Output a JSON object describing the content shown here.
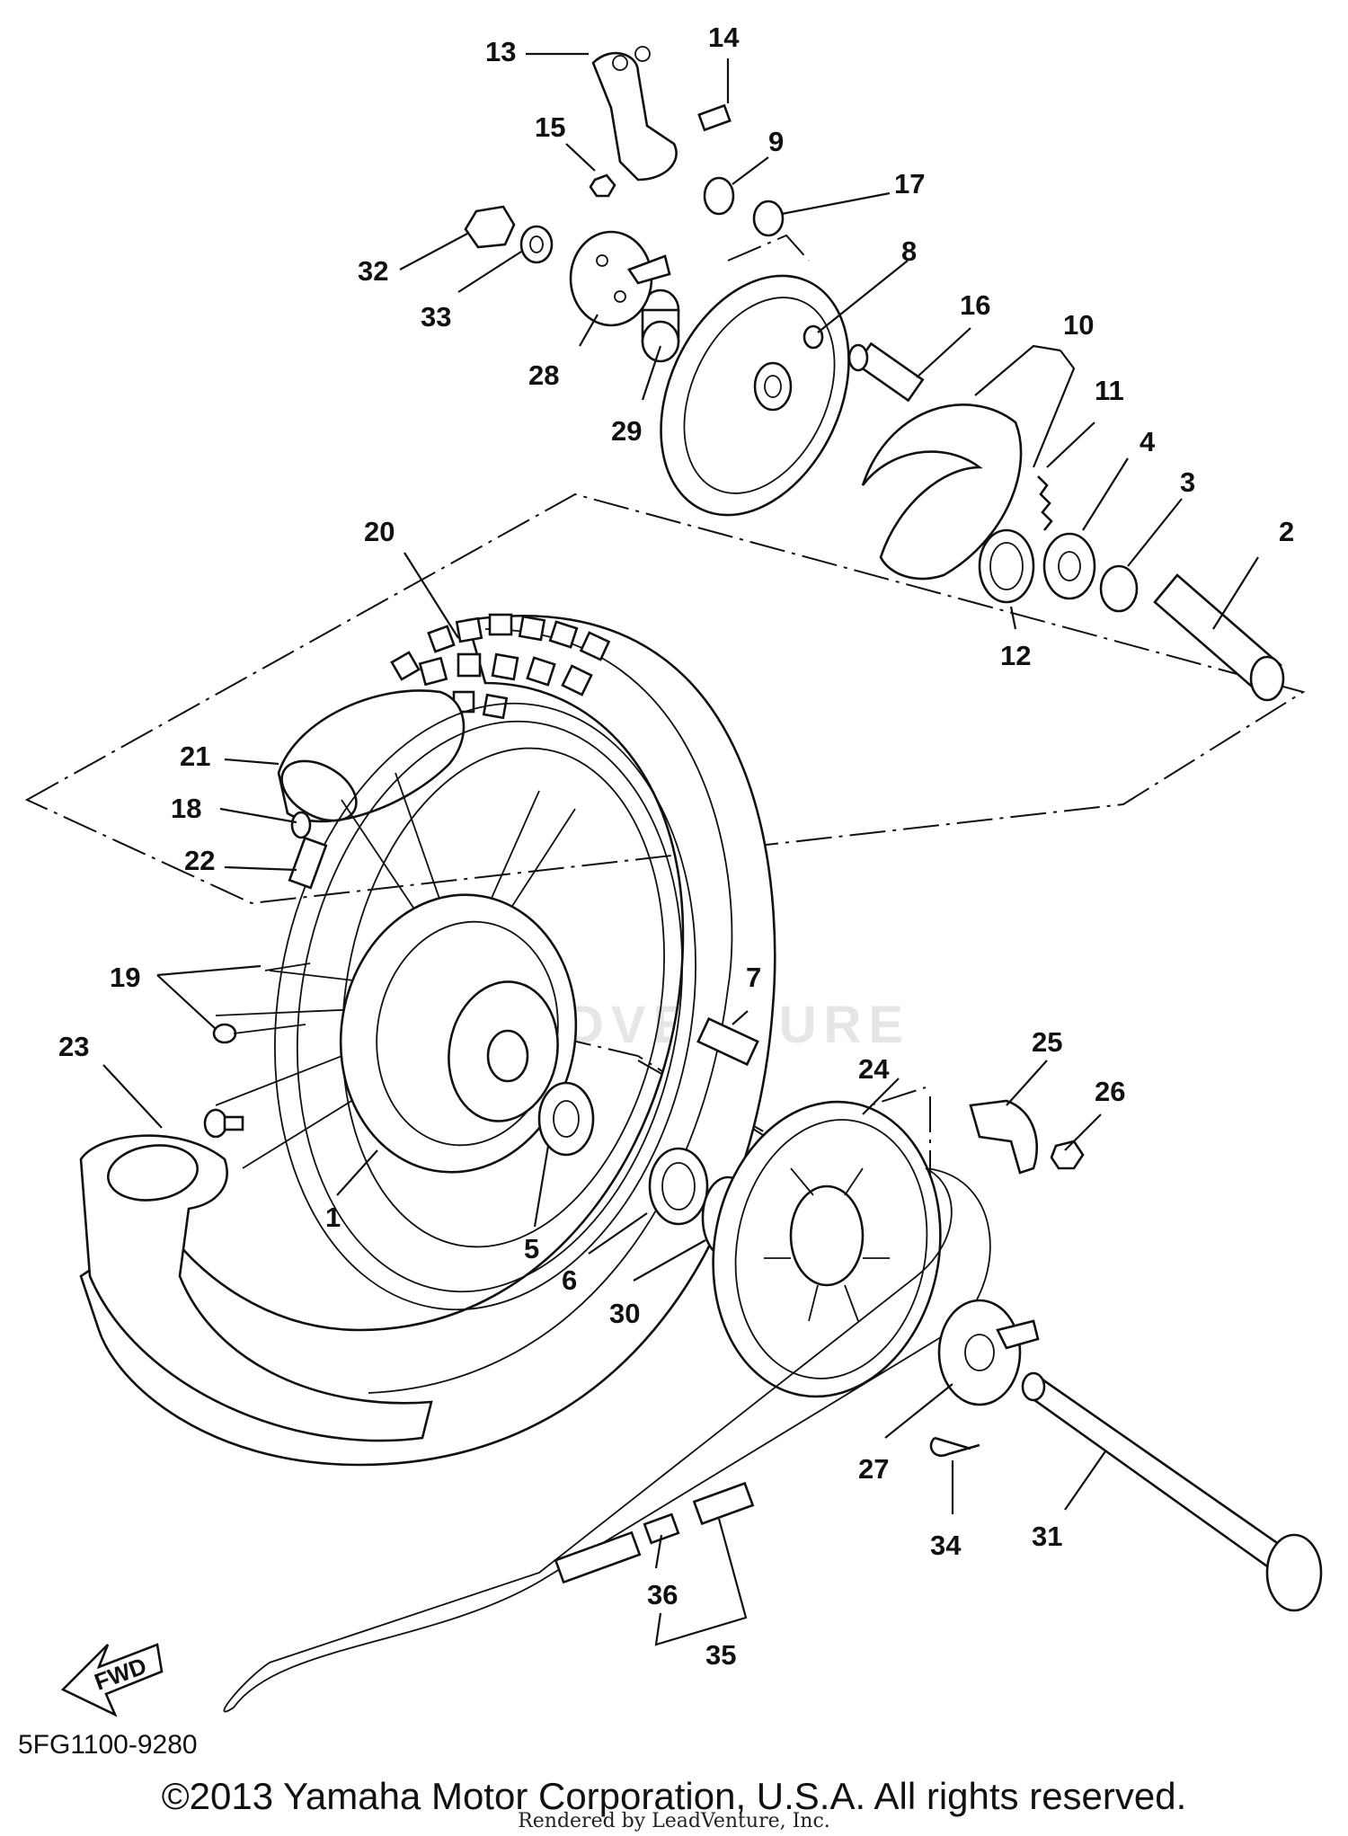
{
  "callouts": [
    {
      "id": "13",
      "label": "13"
    },
    {
      "id": "14",
      "label": "14"
    },
    {
      "id": "15",
      "label": "15"
    },
    {
      "id": "9",
      "label": "9"
    },
    {
      "id": "17",
      "label": "17"
    },
    {
      "id": "32",
      "label": "32"
    },
    {
      "id": "33",
      "label": "33"
    },
    {
      "id": "8",
      "label": "8"
    },
    {
      "id": "28",
      "label": "28"
    },
    {
      "id": "16",
      "label": "16"
    },
    {
      "id": "10",
      "label": "10"
    },
    {
      "id": "29",
      "label": "29"
    },
    {
      "id": "11",
      "label": "11"
    },
    {
      "id": "4",
      "label": "4"
    },
    {
      "id": "3",
      "label": "3"
    },
    {
      "id": "2",
      "label": "2"
    },
    {
      "id": "20",
      "label": "20"
    },
    {
      "id": "12",
      "label": "12"
    },
    {
      "id": "21",
      "label": "21"
    },
    {
      "id": "18",
      "label": "18"
    },
    {
      "id": "22",
      "label": "22"
    },
    {
      "id": "7",
      "label": "7"
    },
    {
      "id": "19",
      "label": "19"
    },
    {
      "id": "25",
      "label": "25"
    },
    {
      "id": "23",
      "label": "23"
    },
    {
      "id": "24",
      "label": "24"
    },
    {
      "id": "26",
      "label": "26"
    },
    {
      "id": "1",
      "label": "1"
    },
    {
      "id": "5",
      "label": "5"
    },
    {
      "id": "6",
      "label": "6"
    },
    {
      "id": "30",
      "label": "30"
    },
    {
      "id": "27",
      "label": "27"
    },
    {
      "id": "34",
      "label": "34"
    },
    {
      "id": "31",
      "label": "31"
    },
    {
      "id": "36",
      "label": "36"
    },
    {
      "id": "35",
      "label": "35"
    }
  ],
  "fwd_label": "FWD",
  "watermark": "LEADVENTURE",
  "diagram_code": "5FG1100-9280",
  "copyright": "©2013 Yamaha Motor Corporation, U.S.A. All rights reserved.",
  "rendered_by": "Rendered by LeadVenture, Inc."
}
